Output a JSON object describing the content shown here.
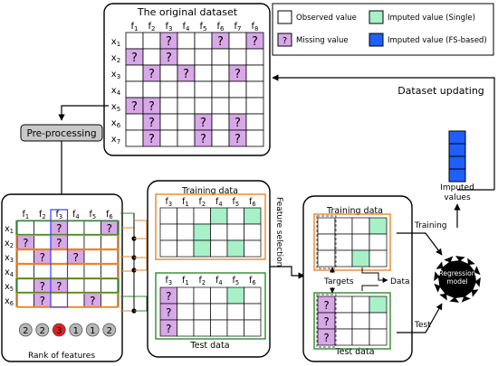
{
  "original_dataset": {
    "title": "The original dataset",
    "features": [
      "f1",
      "f2",
      "f3",
      "f4",
      "f5",
      "f6",
      "f7",
      "f8"
    ],
    "rows": [
      "x1",
      "x2",
      "x3",
      "x4",
      "x5",
      "x6",
      "x7"
    ],
    "missing": [
      [
        0,
        2
      ],
      [
        0,
        5
      ],
      [
        0,
        7
      ],
      [
        1,
        0
      ],
      [
        1,
        2
      ],
      [
        2,
        1
      ],
      [
        2,
        3
      ],
      [
        2,
        6
      ],
      [
        4,
        0
      ],
      [
        4,
        1
      ],
      [
        5,
        1
      ],
      [
        5,
        4
      ],
      [
        5,
        6
      ],
      [
        6,
        1
      ],
      [
        6,
        4
      ],
      [
        6,
        6
      ]
    ],
    "mark": "?"
  },
  "legend": {
    "observed": "Observed value",
    "missing": "Missing value",
    "imputed_single": "Imputed value (Single)",
    "imputed_fs": "Imputed value (FS-based)",
    "colors": {
      "observed": "#ffffff",
      "missing": "#d8a8e8",
      "imputed_single": "#a8f0c8",
      "imputed_fs": "#1f5fff"
    }
  },
  "labels": {
    "dataset_updating": "Dataset updating",
    "pre_processing": "Pre-processing",
    "imputed_values_line1": "Imputed",
    "imputed_values_line2": "values",
    "feature_selection": "Feature selection",
    "training_data": "Training data",
    "test_data": "Test data",
    "rank_of_features": "Rank of features",
    "training": "Training",
    "test": "Test",
    "targets": "Targets",
    "data": "Data",
    "regression_model_line1": "Regression",
    "regression_model_line2": "model"
  },
  "ranked_dataset": {
    "features": [
      "f1",
      "f2",
      "f3",
      "f4",
      "f5",
      "f6"
    ],
    "rows": [
      "x1",
      "x2",
      "x3",
      "x4",
      "x5",
      "x6"
    ],
    "missing": [
      [
        0,
        2
      ],
      [
        0,
        5
      ],
      [
        1,
        0
      ],
      [
        1,
        2
      ],
      [
        2,
        1
      ],
      [
        2,
        3
      ],
      [
        4,
        1
      ],
      [
        4,
        2
      ],
      [
        5,
        1
      ],
      [
        5,
        4
      ]
    ],
    "ranks": [
      "2",
      "2",
      "3",
      "1",
      "1",
      "2"
    ],
    "highlight_rank_index": 2
  },
  "training_table": {
    "features": [
      "f3",
      "f1",
      "f2",
      "f4",
      "f5",
      "f6"
    ],
    "imputed": [
      [
        0,
        3
      ],
      [
        0,
        5
      ],
      [
        1,
        2
      ],
      [
        2,
        2
      ],
      [
        2,
        4
      ]
    ]
  },
  "test_table": {
    "features": [
      "f3",
      "f1",
      "f2",
      "f4",
      "f5",
      "f6"
    ],
    "marks": [
      "?",
      "?",
      "?"
    ],
    "imputed": [
      [
        0,
        4
      ]
    ]
  }
}
